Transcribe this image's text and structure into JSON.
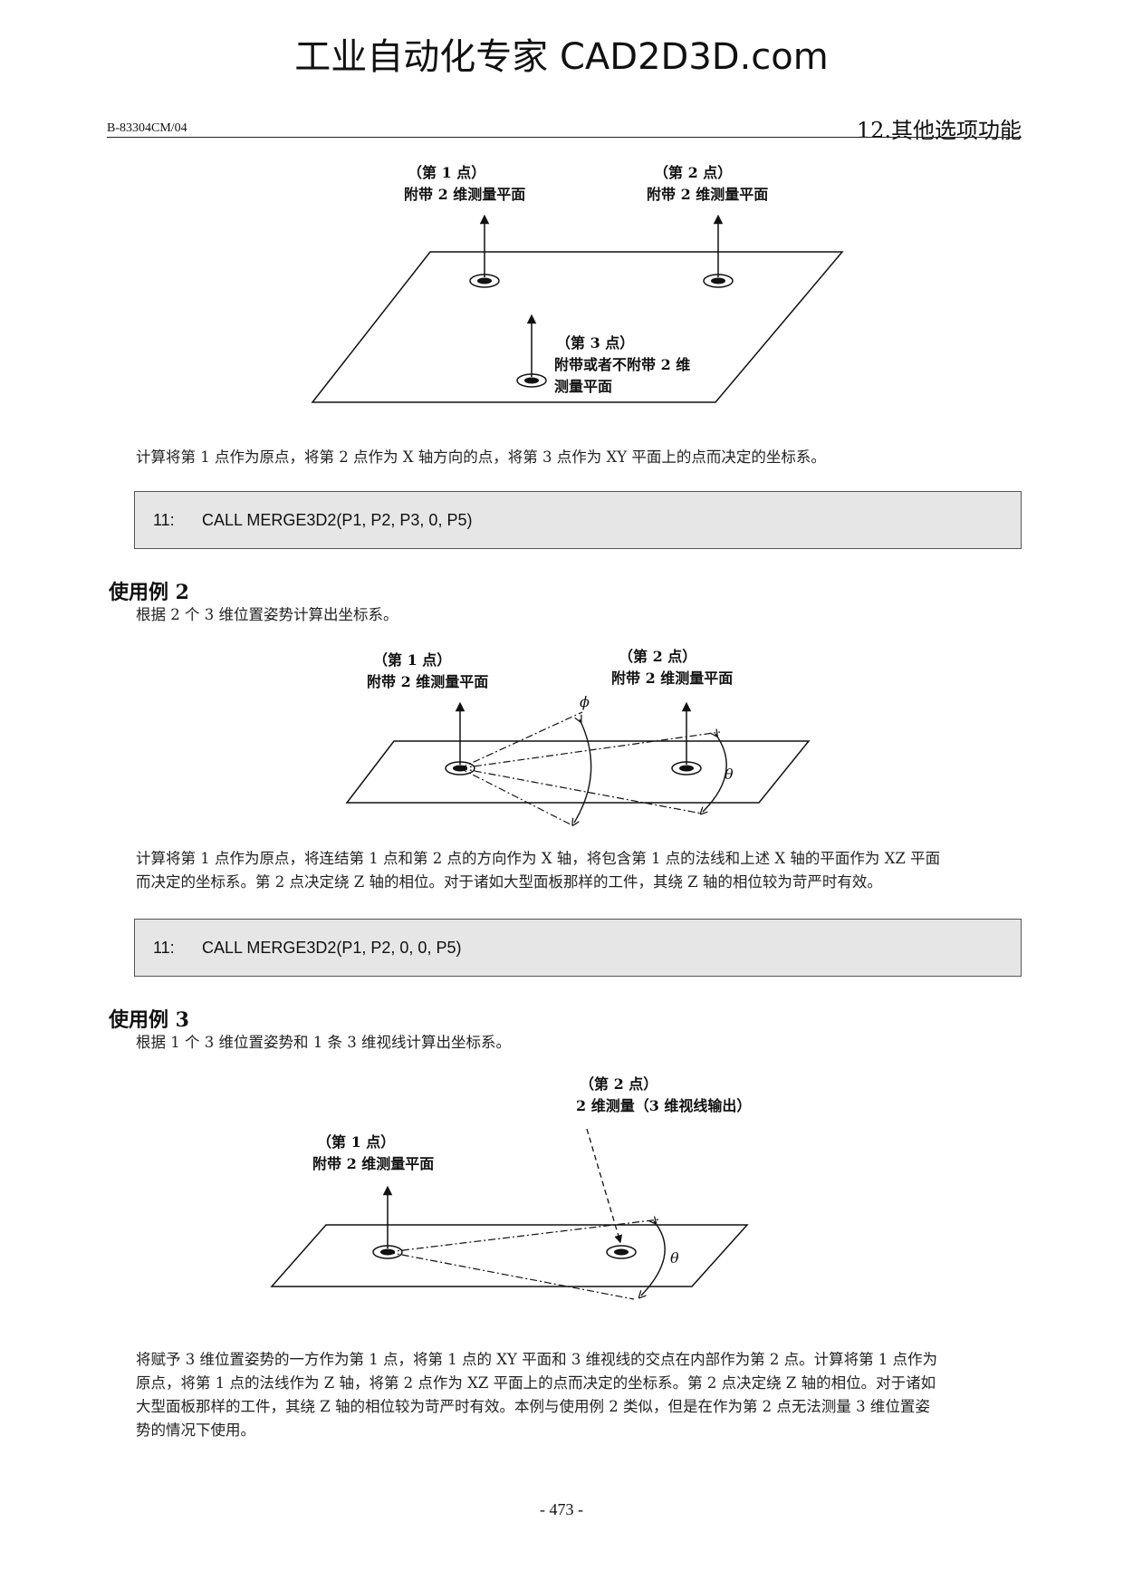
{
  "banner": "工业自动化专家 CAD2D3D.com",
  "header": {
    "doc_code": "B-83304CM/04",
    "chapter": "12.其他选项功能"
  },
  "fig1": {
    "p1_label": "（第 1 点）",
    "p1_desc": "附带 2 维测量平面",
    "p2_label": "（第 2 点）",
    "p2_desc": "附带 2 维测量平面",
    "p3_label": "（第 3 点）",
    "p3_desc_line1": "附带或者不附带 2 维",
    "p3_desc_line2": "测量平面"
  },
  "para1": "计算将第 1 点作为原点，将第 2 点作为 X 轴方向的点，将第 3 点作为 XY 平面上的点而决定的坐标系。",
  "code1": {
    "line_no": "11:",
    "code": "CALL MERGE3D2(P1, P2, P3, 0, P5)"
  },
  "example2": {
    "title": "使用例 2",
    "intro": "根据 2 个 3 维位置姿势计算出坐标系。",
    "p1_label": "（第 1 点）",
    "p1_desc": "附带 2 维测量平面",
    "p2_label": "（第 2 点）",
    "p2_desc": "附带 2 维测量平面",
    "phi": "ϕ",
    "theta": "θ",
    "para_line1": "计算将第 1 点作为原点，将连结第 1 点和第 2 点的方向作为 X 轴，将包含第 1 点的法线和上述 X 轴的平面作为 XZ 平面",
    "para_line2": "而决定的坐标系。第 2 点决定绕 Z 轴的相位。对于诸如大型面板那样的工件，其绕 Z 轴的相位较为苛严时有效。",
    "code": {
      "line_no": "11:",
      "code": "CALL MERGE3D2(P1, P2, 0, 0, P5)"
    }
  },
  "example3": {
    "title": "使用例 3",
    "intro": "根据 1 个 3 维位置姿势和 1 条 3 维视线计算出坐标系。",
    "p2_label": "（第 2 点）",
    "p2_desc": "2 维测量（3 维视线输出）",
    "p1_label": "（第 1 点）",
    "p1_desc": "附带 2 维测量平面",
    "theta": "θ",
    "para_line1": "将赋予 3 维位置姿势的一方作为第 1 点，将第 1 点的 XY 平面和 3 维视线的交点在内部作为第 2 点。计算将第 1 点作为",
    "para_line2": "原点，将第 1 点的法线作为 Z 轴，将第 2 点作为 XZ 平面上的点而决定的坐标系。第 2 点决定绕 Z 轴的相位。对于诸如",
    "para_line3": "大型面板那样的工件，其绕 Z 轴的相位较为苛严时有效。本例与使用例 2 类似，但是在作为第 2 点无法测量 3 维位置姿",
    "para_line4": "势的情况下使用。"
  },
  "page_number": "- 473 -"
}
